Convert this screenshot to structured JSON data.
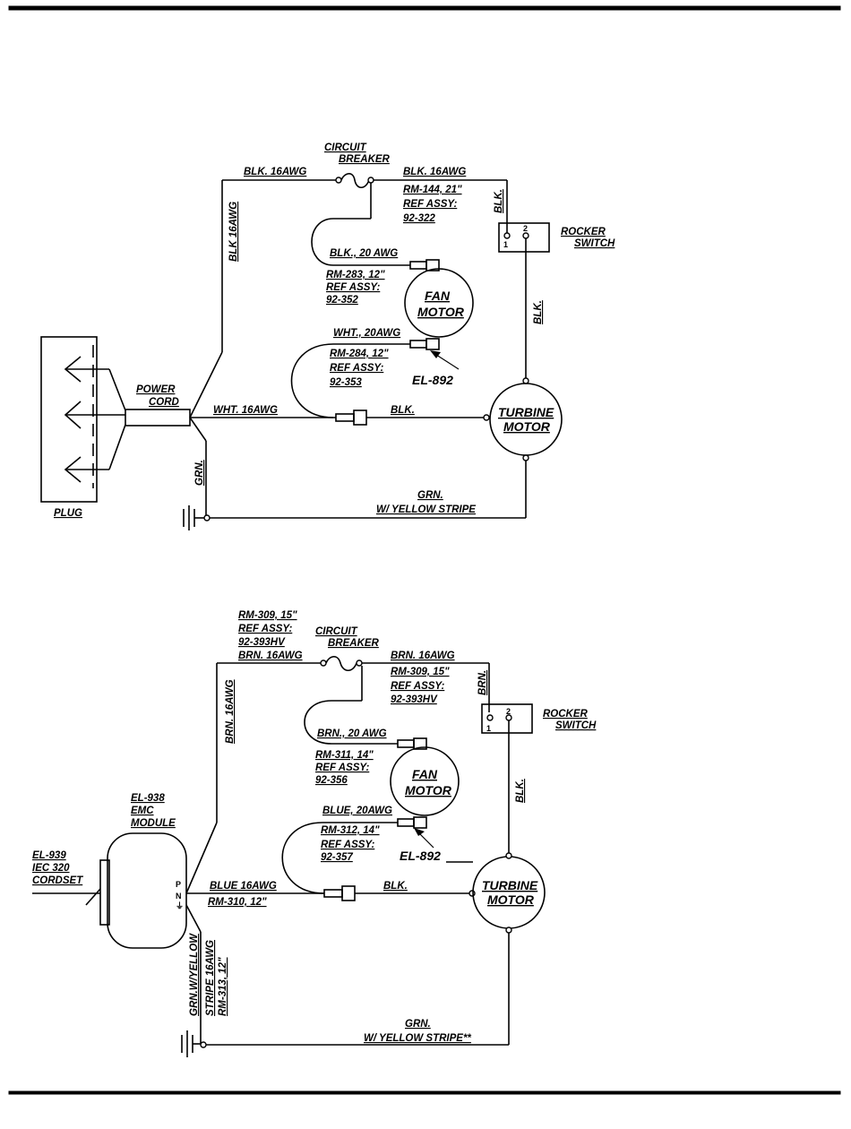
{
  "diagram1": {
    "circuit_breaker": [
      "CIRCUIT",
      "BREAKER"
    ],
    "wire_top_left": "BLK. 16AWG",
    "wire_top_right": "BLK. 16AWG",
    "breaker_out_ref": [
      "RM-144, 21\"",
      "REF ASSY:",
      "92-322"
    ],
    "wire_left_vertical": "BLK 16AWG",
    "wire_to_switch": "BLK.",
    "switch_pins": [
      "1",
      "2"
    ],
    "rocker_switch": [
      "ROCKER",
      "SWITCH"
    ],
    "fan_wire_1": "BLK., 20 AWG",
    "fan_ref_1": [
      "RM-283, 12\"",
      "REF ASSY:",
      "92-352"
    ],
    "fan_motor": [
      "FAN",
      "MOTOR"
    ],
    "fan_wire_2": "WHT., 20AWG",
    "fan_ref_2": [
      "RM-284, 12\"",
      "REF ASSY:",
      "92-353"
    ],
    "connector": "EL-892",
    "switch_to_motor": "BLK.",
    "power_cord": [
      "POWER",
      "CORD"
    ],
    "wire_neutral": "WHT. 16AWG",
    "wire_motor": "BLK.",
    "turbine_motor": [
      "TURBINE",
      "MOTOR"
    ],
    "ground_wire": "GRN.",
    "ground_motor": [
      "GRN.",
      "W/ YELLOW STRIPE"
    ],
    "plug": "PLUG"
  },
  "diagram2": {
    "top_ref": [
      "RM-309, 15\"",
      "REF ASSY:",
      "92-393HV",
      "BRN. 16AWG"
    ],
    "circuit_breaker": [
      "CIRCUIT",
      "BREAKER"
    ],
    "wire_top_right": "BRN. 16AWG",
    "breaker_out_ref": [
      "RM-309, 15\"",
      "REF ASSY:",
      "92-393HV"
    ],
    "wire_to_switch": "BRN.",
    "switch_pins": [
      "1",
      "2"
    ],
    "rocker_switch": [
      "ROCKER",
      "SWITCH"
    ],
    "wire_left_vertical": "BRN. 16AWG",
    "fan_wire_1": "BRN., 20 AWG",
    "fan_ref_1": [
      "RM-311, 14\"",
      "REF ASSY:",
      "92-356"
    ],
    "fan_motor": [
      "FAN",
      "MOTOR"
    ],
    "emc_module": [
      "EL-938",
      "EMC",
      "MODULE"
    ],
    "fan_wire_2": "BLUE, 20AWG",
    "fan_ref_2": [
      "RM-312, 14\"",
      "REF ASSY:",
      "92-357"
    ],
    "connector": "EL-892",
    "switch_to_motor": "BLK.",
    "cordset": [
      "EL-939",
      "IEC 320",
      "CORDSET"
    ],
    "module_pins": [
      "P",
      "N"
    ],
    "wire_neutral": "BLUE 16AWG",
    "wire_neutral_ref": "RM-310, 12\"",
    "wire_motor": "BLK.",
    "turbine_motor": [
      "TURBINE",
      "MOTOR"
    ],
    "ground_wire": [
      "GRN.W/YELLOW",
      "STRIPE 16AWG",
      "RM-313, 12\""
    ],
    "ground_motor": [
      "GRN.",
      "W/ YELLOW STRIPE**"
    ]
  }
}
